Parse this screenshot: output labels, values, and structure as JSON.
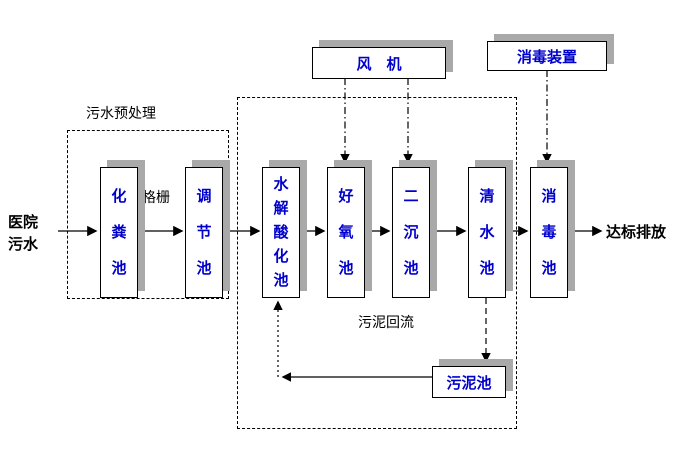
{
  "colors": {
    "tank_text": "#0000CC",
    "shadow": "#A9A9A9",
    "line": "#000000",
    "background": "#FFFFFF"
  },
  "flow": {
    "influent_label": "医院污水",
    "effluent_label": "达标排放",
    "grid_label": "格栅",
    "sludge_return_label": "污泥回流",
    "pretreatment_label": "污水预处理"
  },
  "tanks": {
    "septic": "化粪池",
    "regulating": "调节池",
    "hydrolysis_acidification": "水解酸化池",
    "aerobic": "好氧池",
    "secondary_sedimentation": "二沉池",
    "clear_water": "清水池",
    "disinfection": "消毒池"
  },
  "devices": {
    "fan": "风　机",
    "disinfection_device": "消毒装置",
    "sludge_tank": "污泥池"
  }
}
